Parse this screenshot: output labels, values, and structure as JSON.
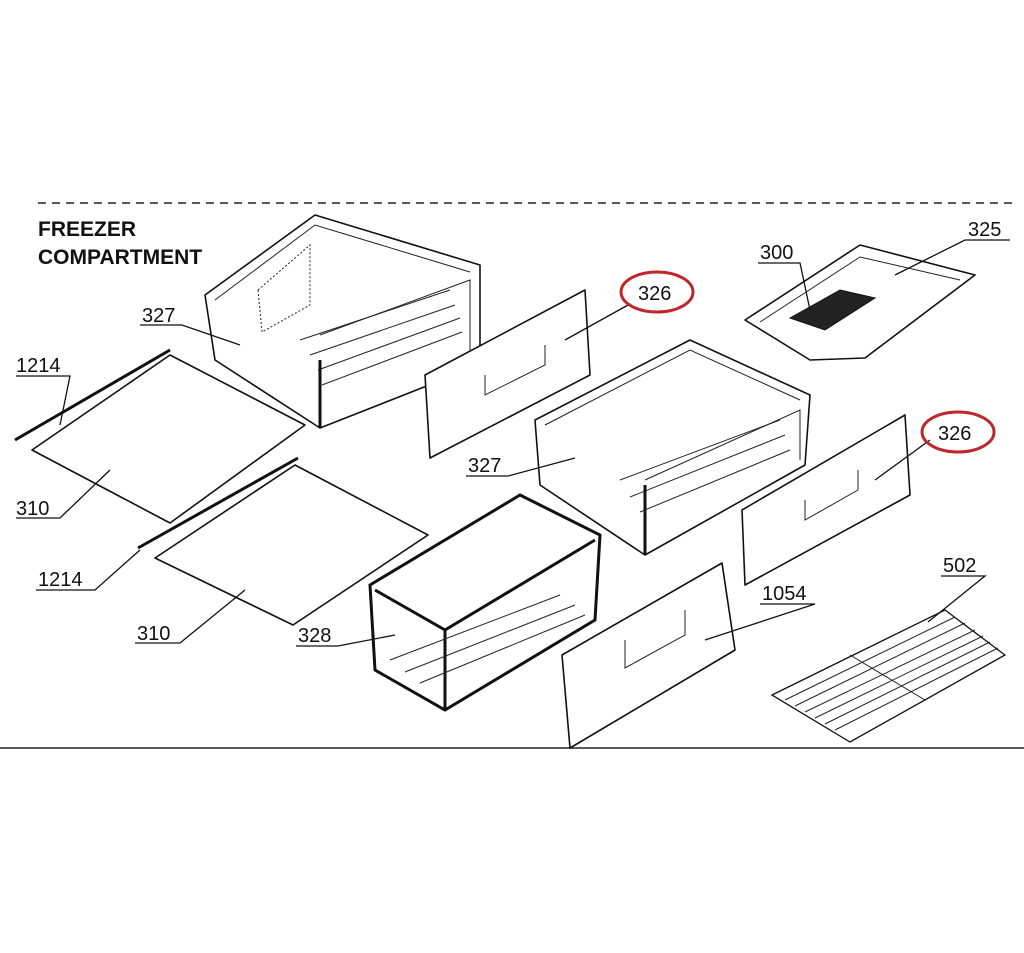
{
  "title": {
    "line1": "FREEZER",
    "line2": "COMPARTMENT"
  },
  "labels": {
    "drawer_top_left": "327",
    "shelf_rail_1": "1214",
    "glass_shelf_1": "310",
    "shelf_rail_2": "1214",
    "glass_shelf_2": "310",
    "drawer_middle": "327",
    "wire_basket": "328",
    "drawer_front_1": "326",
    "drawer_front_2": "326",
    "ice_tray": "300",
    "ice_tray_holder": "325",
    "bottom_drawer_front": "1054",
    "wire_shelf": "502"
  },
  "colors": {
    "highlight_circle": "#c0272d",
    "line": "#111111"
  }
}
